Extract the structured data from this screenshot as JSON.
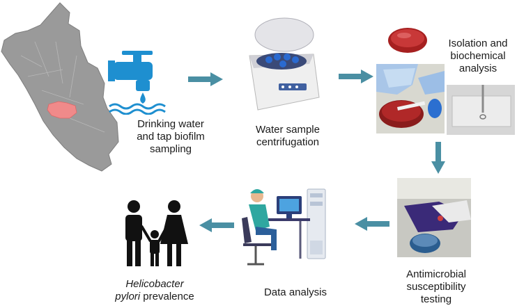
{
  "steps": [
    {
      "lines": [
        "Drinking water",
        "and tap biofilm",
        "sampling"
      ]
    },
    {
      "lines": [
        "Water sample",
        "centrifugation"
      ]
    },
    {
      "lines": [
        "Isolation and",
        "biochemical",
        "analysis"
      ]
    },
    {
      "lines": [
        "Antimicrobial",
        "susceptibility",
        "testing"
      ]
    },
    {
      "lines": [
        "Data analysis"
      ]
    },
    {
      "lines": [
        "Helicobacter",
        "pylori prevalence"
      ],
      "italic_part": "Helicobacter pylori"
    }
  ],
  "icons": {
    "map": "peru-map-icon",
    "tap": "water-tap-icon",
    "centrifuge": "centrifuge-icon",
    "petri": "petri-dish-icon",
    "lab_photo": "lab-handling-photo",
    "slide": "glass-slide-photo",
    "susceptibility": "susceptibility-testing-photo",
    "analyst": "data-analyst-icon",
    "family": "family-icon"
  },
  "colors": {
    "arrow": "#4a8fa3",
    "map_fill": "#9a9a9a",
    "region_highlight": "#f08a8a",
    "tap_blue": "#1e8fd0",
    "petri_red": "#b22222"
  }
}
